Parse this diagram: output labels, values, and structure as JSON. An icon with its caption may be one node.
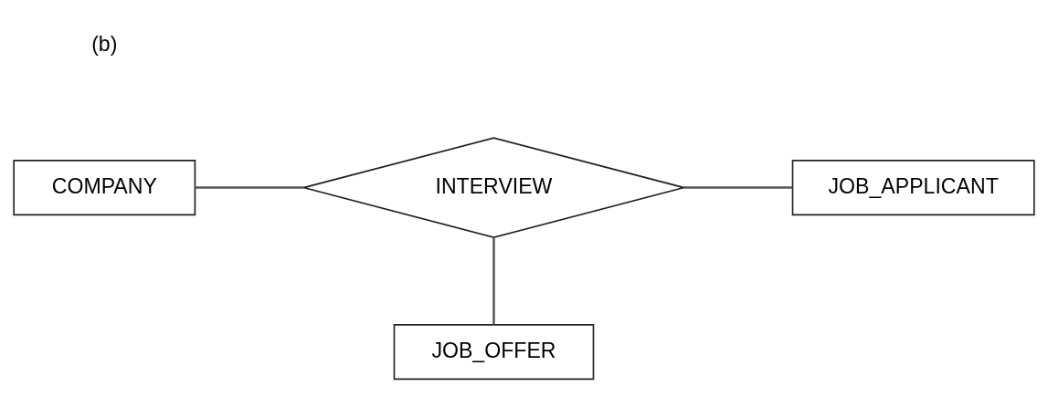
{
  "diagram": {
    "nodes": [
      {
        "text": [
          "COMPANY"
        ]
      },
      {
        "text": [
          "INTERVIEW"
        ]
      },
      {
        "text": [
          "JOB_APPLICANT"
        ]
      },
      {
        "text": [
          "JOB_OFFER"
        ]
      }
    ],
    "edges": [
      {
        "from": 0,
        "to": 1,
        "arrow": "none"
      },
      {
        "from": 1,
        "to": 2,
        "arrow": "none"
      },
      {
        "from": 1,
        "to": 3,
        "arrow": "none"
      }
    ],
    "labels": [
      "(b)"
    ]
  }
}
